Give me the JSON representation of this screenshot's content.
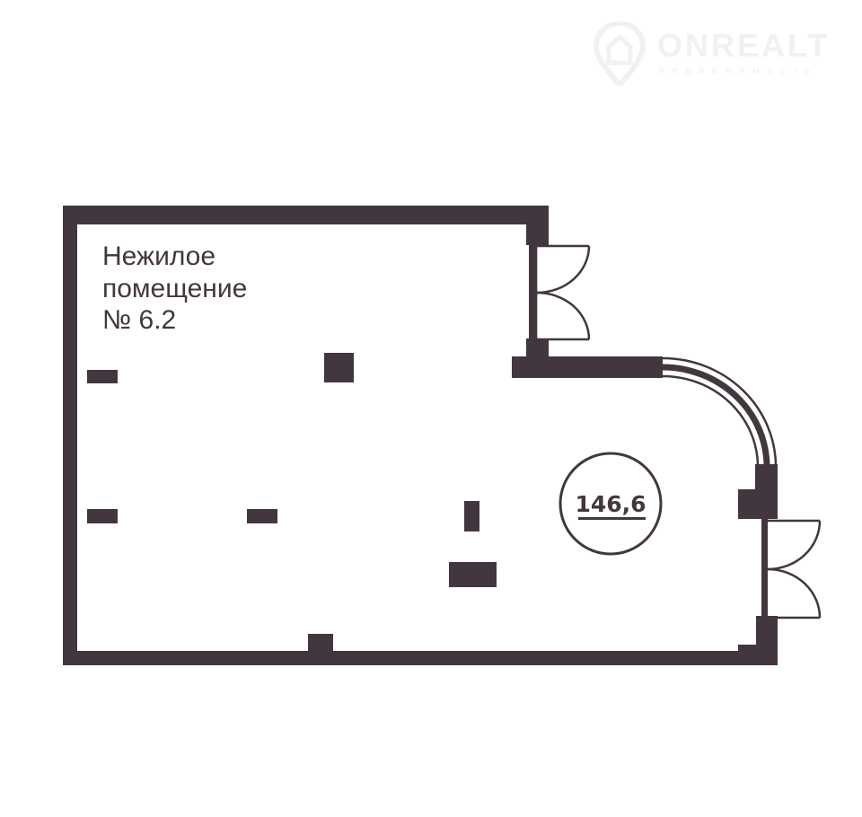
{
  "room": {
    "label_lines": [
      "Нежилое",
      "помещение",
      "№ 6.2"
    ],
    "area": "146,6"
  },
  "watermark": {
    "title": "ONREALT",
    "subtitle": "недвижимость"
  },
  "colors": {
    "wall": "#43373f",
    "background": "#ffffff"
  }
}
